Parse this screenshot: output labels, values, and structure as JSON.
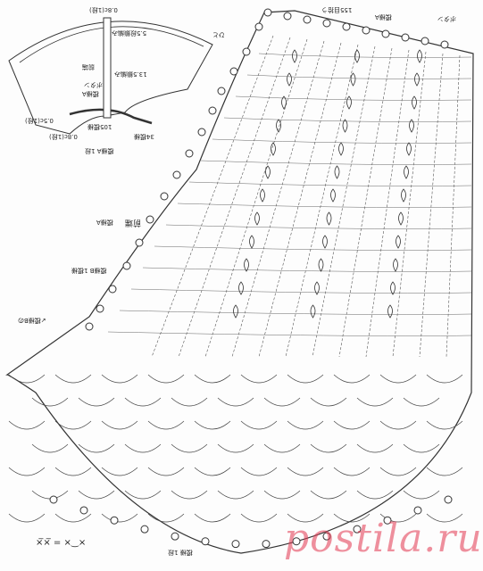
{
  "watermark": "postila.ru",
  "labels": {
    "inset_top": "0.8c(1段)",
    "inset_55": "5.5段鎖編み",
    "inset_front": "前端",
    "inset_13": "13.5鎖編み",
    "inset_button": "ボタン",
    "inset_mod": "模様A",
    "inset_105": "105模様",
    "inset_34": "34模様",
    "inset_bottom_left": "0.5c(1段)",
    "inset_bottom": "0.8c(1段)",
    "inset_caption": "模様A 1段",
    "top_155": "155目拾う",
    "top_modA": "模様A",
    "top_left": "ひと",
    "top_B": "ボタン",
    "front_label": "前端",
    "modA_label": "模様A",
    "row_label": "模様B 1模様",
    "left_note": "↙模様Bの",
    "bottom_caption": "模様 1段",
    "legend": "×̅×̅ = ×‿×"
  }
}
